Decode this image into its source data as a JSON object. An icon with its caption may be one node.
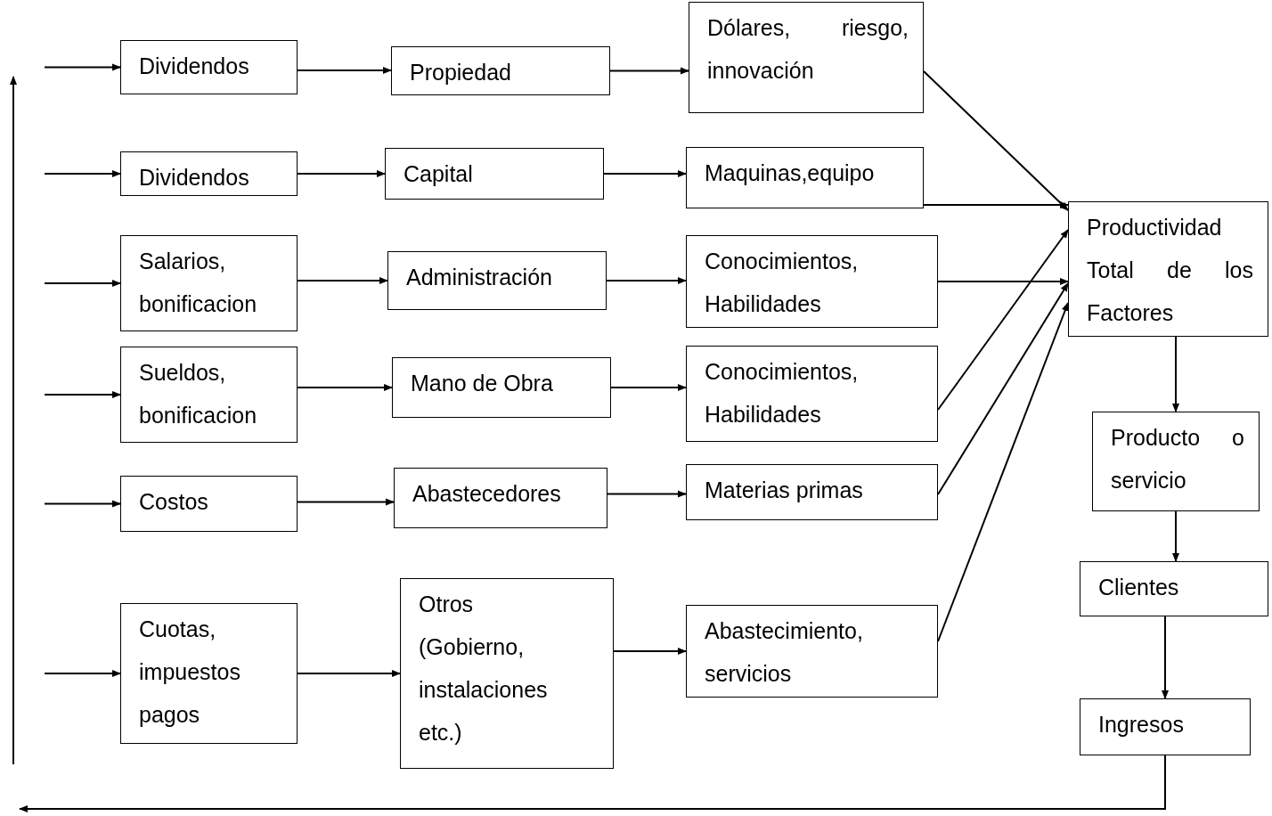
{
  "diagram": {
    "nodes": [
      {
        "text": [
          "Dividendos"
        ]
      },
      {
        "text": [
          "Propiedad"
        ]
      },
      {
        "text": [
          "Dólares, riesgo, innovación"
        ]
      },
      {
        "text": [
          "Dividendos"
        ]
      },
      {
        "text": [
          "Capital"
        ]
      },
      {
        "text": [
          "Maquinas,equipo"
        ]
      },
      {
        "text": [
          "Salarios, bonificacion"
        ]
      },
      {
        "text": [
          "Administración"
        ]
      },
      {
        "text": [
          "Conocimientos, Habilidades"
        ]
      },
      {
        "text": [
          "Sueldos, bonificacion"
        ]
      },
      {
        "text": [
          "Mano de Obra"
        ]
      },
      {
        "text": [
          "Conocimientos, Habilidades"
        ]
      },
      {
        "text": [
          "Costos"
        ]
      },
      {
        "text": [
          "Abastecedores"
        ]
      },
      {
        "text": [
          "Materias primas"
        ]
      },
      {
        "text": [
          "Cuotas, impuestos pagos"
        ]
      },
      {
        "text": [
          "Otros (Gobierno, instalaciones etc.)"
        ]
      },
      {
        "text": [
          "Abastecimiento, servicios"
        ]
      },
      {
        "text": [
          "Productividad Total de los Factores"
        ]
      },
      {
        "text": [
          "Producto o servicio"
        ]
      },
      {
        "text": [
          "Clientes"
        ]
      },
      {
        "text": [
          "Ingresos"
        ]
      }
    ],
    "edges": [
      {
        "from": null,
        "to": 0,
        "arrow": "to"
      },
      {
        "from": null,
        "to": 3,
        "arrow": "to"
      },
      {
        "from": null,
        "to": 6,
        "arrow": "to"
      },
      {
        "from": null,
        "to": 9,
        "arrow": "to"
      },
      {
        "from": null,
        "to": 12,
        "arrow": "to"
      },
      {
        "from": null,
        "to": 15,
        "arrow": "to"
      },
      {
        "from": 0,
        "to": 1,
        "arrow": "to"
      },
      {
        "from": 1,
        "to": 2,
        "arrow": "to"
      },
      {
        "from": 3,
        "to": 4,
        "arrow": "to"
      },
      {
        "from": 4,
        "to": 5,
        "arrow": "to"
      },
      {
        "from": 6,
        "to": 7,
        "arrow": "to"
      },
      {
        "from": 7,
        "to": 8,
        "arrow": "to"
      },
      {
        "from": 9,
        "to": 10,
        "arrow": "to"
      },
      {
        "from": 10,
        "to": 11,
        "arrow": "to"
      },
      {
        "from": 12,
        "to": 13,
        "arrow": "to"
      },
      {
        "from": 13,
        "to": 14,
        "arrow": "to"
      },
      {
        "from": 15,
        "to": 16,
        "arrow": "to"
      },
      {
        "from": 16,
        "to": 17,
        "arrow": "to"
      },
      {
        "from": 2,
        "to": 18,
        "arrow": "to"
      },
      {
        "from": 5,
        "to": 18,
        "arrow": "to"
      },
      {
        "from": 8,
        "to": 18,
        "arrow": "to"
      },
      {
        "from": 11,
        "to": 18,
        "arrow": "to"
      },
      {
        "from": 14,
        "to": 18,
        "arrow": "to"
      },
      {
        "from": 17,
        "to": 18,
        "arrow": "to"
      },
      {
        "from": 18,
        "to": 19,
        "arrow": "to"
      },
      {
        "from": 19,
        "to": 20,
        "arrow": "to"
      },
      {
        "from": 20,
        "to": 21,
        "arrow": "to"
      },
      {
        "from": 21,
        "to": null,
        "arrow": "to"
      }
    ]
  }
}
